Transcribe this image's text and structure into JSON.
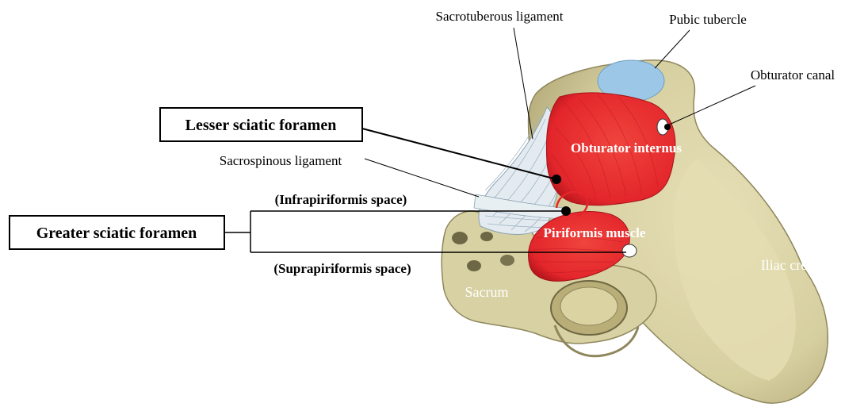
{
  "labels": {
    "sacrotuberous_ligament": "Sacrotuberous ligament",
    "pubic_tubercle": "Pubic tubercle",
    "obturator_canal": "Obturator canal",
    "lesser_sciatic_foramen": "Lesser sciatic foramen",
    "obturator_internus": "Obturator internus",
    "sacrospinous_ligament": "Sacrospinous ligament",
    "infrapiriformis_space": "(Infrapiriformis space)",
    "greater_sciatic_foramen": "Greater sciatic foramen",
    "piriformis_muscle": "Piriformis muscle",
    "suprapiriformis_space": "(Suprapiriformis space)",
    "iliac_crest": "Iliac crest",
    "sacrum": "Sacrum"
  },
  "colors": {
    "bone": "#d9d2a6",
    "bone_shadow": "#a89f72",
    "muscle": "#e3262b",
    "muscle_dark": "#b5161c",
    "ligament": "#dfe8ee",
    "cartilage": "#9cc7e6",
    "leader_line": "#000000",
    "text_on_image": "#ffffff"
  }
}
